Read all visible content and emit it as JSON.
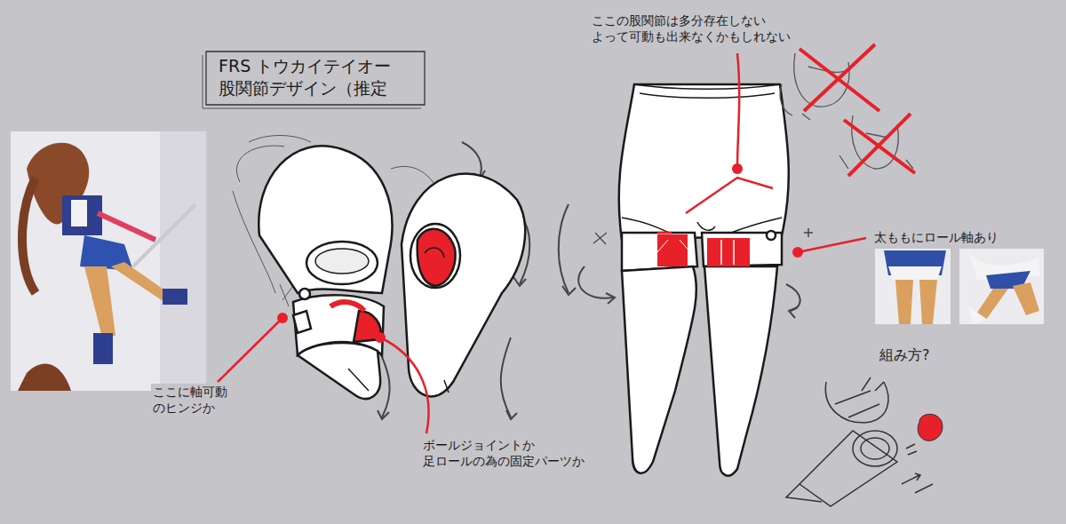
{
  "diagram": {
    "title": "FRS トウカイテイオー 股関節デザイン（推定",
    "labels": [
      "ここの股関節は多分存在しない よって可動も出来なくかもしれない",
      "太ももにロール軸あり",
      "組み方?",
      "ここに軸可動 のヒンジか",
      "ボールジョイントか 足ロールの為の固定パーツか"
    ]
  }
}
